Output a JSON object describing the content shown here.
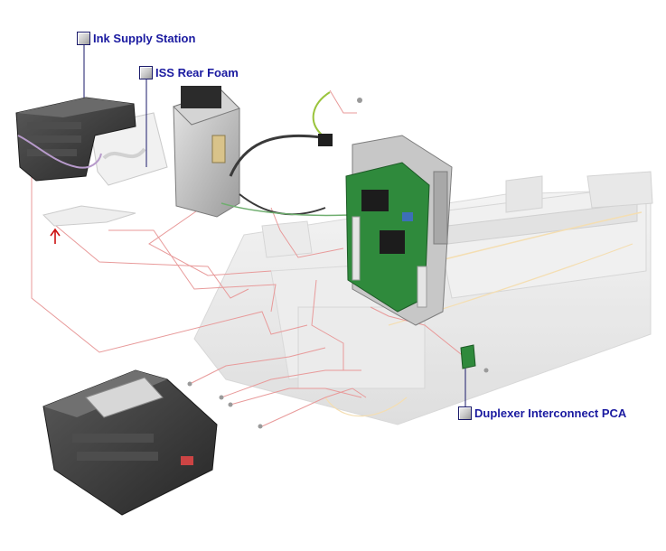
{
  "callouts": [
    {
      "id": "ink-supply-station",
      "label": "Ink Supply Station"
    },
    {
      "id": "iss-rear-foam",
      "label": "ISS Rear Foam"
    },
    {
      "id": "duplexer-interconnect-pca",
      "label": "Duplexer Interconnect PCA"
    }
  ],
  "colors": {
    "callout_text": "#1a1aa0",
    "leader_line": "#1a1a6a",
    "explode_line": "#e89a9a",
    "arrow": "#cc1111",
    "pcb_green": "#2f8a3c",
    "plastic_dark": "#3c3c3c",
    "ghost_chassis": "#e6e6e6"
  },
  "icons": {
    "callout_marker": "square-button-icon",
    "orientation_marker": "up-arrow-icon"
  }
}
